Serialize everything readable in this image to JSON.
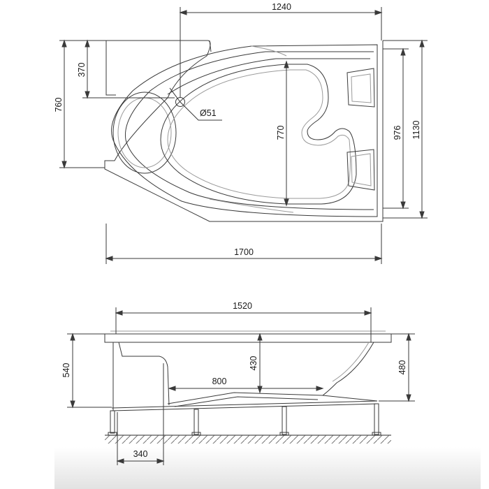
{
  "top_view": {
    "dims": {
      "width_1240": "1240",
      "depth_370": "370",
      "depth_760": "760",
      "drain_diameter": "Ø51",
      "inner_770": "770",
      "depth_976": "976",
      "depth_1130": "1130",
      "length_1700": "1700"
    }
  },
  "side_view": {
    "dims": {
      "length_1520": "1520",
      "height_540": "540",
      "depth_430": "430",
      "bottom_800": "800",
      "height_480": "480",
      "seat_340": "340"
    }
  },
  "colors": {
    "line": "#3a3a3a",
    "faint": "#9a9a9a",
    "floor": "#777777"
  }
}
